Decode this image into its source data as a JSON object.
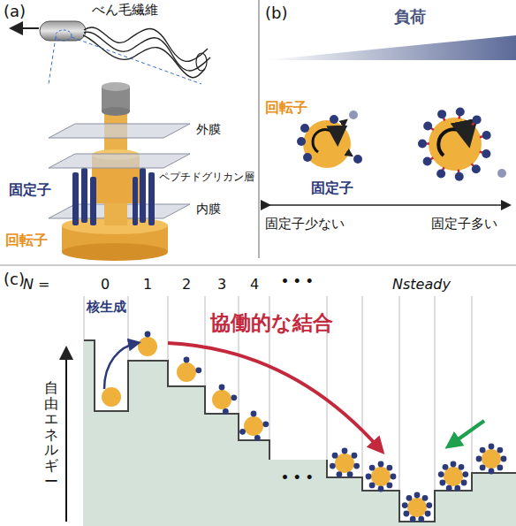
{
  "diagram": {
    "labels": [
      "(a)",
      "べん毛繊維",
      "外膜",
      "ペプチドグリカン層",
      "内膜",
      "固定子",
      "回転子",
      "(b)",
      "負荷",
      "回転子",
      "固定子",
      "固定子少ない",
      "固定子多い",
      "(c)",
      "N =",
      "0",
      "1",
      "2",
      "3",
      "4",
      "• • •",
      "Nsteady",
      "核生成",
      "協働的な結合",
      "自由エネルギー",
      "• • •"
    ]
  }
}
